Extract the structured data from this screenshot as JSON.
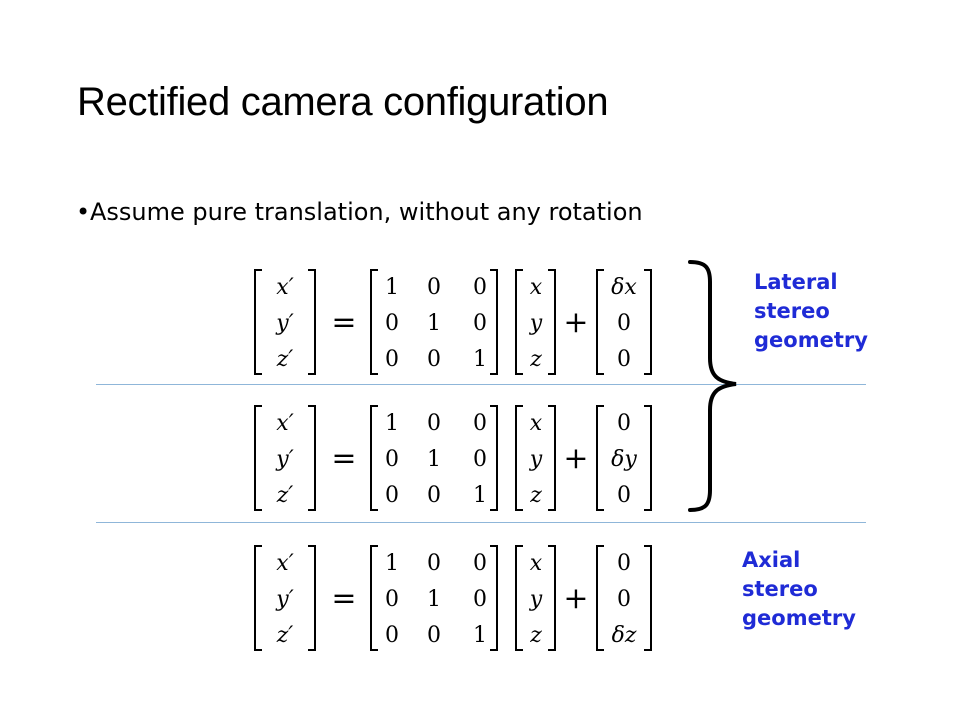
{
  "title": "Rectified camera configuration",
  "bullet": "Assume pure translation, without any rotation",
  "equations": [
    {
      "lhs": [
        "x′",
        "y′",
        "z′"
      ],
      "equals": "=",
      "matrix": [
        [
          "1",
          "0",
          "0"
        ],
        [
          "0",
          "1",
          "0"
        ],
        [
          "0",
          "0",
          "1"
        ]
      ],
      "vec": [
        "x",
        "y",
        "z"
      ],
      "plus": "+",
      "translation": [
        "δx",
        "0",
        "0"
      ]
    },
    {
      "lhs": [
        "x′",
        "y′",
        "z′"
      ],
      "equals": "=",
      "matrix": [
        [
          "1",
          "0",
          "0"
        ],
        [
          "0",
          "1",
          "0"
        ],
        [
          "0",
          "0",
          "1"
        ]
      ],
      "vec": [
        "x",
        "y",
        "z"
      ],
      "plus": "+",
      "translation": [
        "0",
        "δy",
        "0"
      ]
    },
    {
      "lhs": [
        "x′",
        "y′",
        "z′"
      ],
      "equals": "=",
      "matrix": [
        [
          "1",
          "0",
          "0"
        ],
        [
          "0",
          "1",
          "0"
        ],
        [
          "0",
          "0",
          "1"
        ]
      ],
      "vec": [
        "x",
        "y",
        "z"
      ],
      "plus": "+",
      "translation": [
        "0",
        "0",
        "δz"
      ]
    }
  ],
  "labels": {
    "lateral": [
      "Lateral",
      "stereo",
      "geometry"
    ],
    "axial": [
      "Axial",
      "stereo",
      "geometry"
    ]
  },
  "colors": {
    "label": "#1f2bd6",
    "separator": "#8fb6d9"
  }
}
